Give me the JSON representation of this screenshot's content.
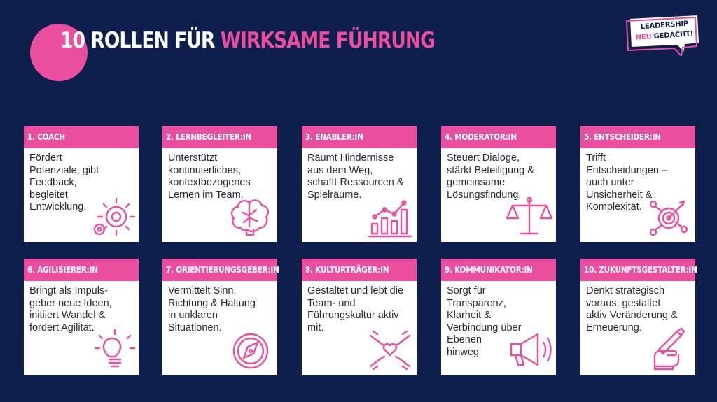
{
  "header": {
    "title_white": "10 Rollen für",
    "title_accent": "wirksame Führung"
  },
  "badge": {
    "line1": "LEADERSHIP",
    "line2_pink": "NEU",
    "line2_dark": "GEDACHT!"
  },
  "colors": {
    "background": "#0f1f4d",
    "accent": "#e94e9f",
    "card": "#ffffff"
  },
  "roles": [
    {
      "title": "1. COACH",
      "desc": "Fördert\nPotenziale, gibt\nFeedback,\nbegleitet\nEntwicklung.",
      "icon": "gears-icon"
    },
    {
      "title": "2. LERNBEGLEITER:IN",
      "desc": "Unterstützt\nkontinuierliches,\nkontextbezogenes\nLernen im Team.",
      "icon": "brain-icon"
    },
    {
      "title": "3. ENABLER:IN",
      "desc": "Räumt Hindernisse\naus dem Weg,\nschafft Ressourcen &\nSpielräume.",
      "icon": "growth-chart-icon"
    },
    {
      "title": "4. MODERATOR:IN",
      "desc": "Steuert Dialoge,\nstärkt Beteiligung &\ngemeinsame\nLösungsfindung.",
      "icon": "balance-scale-icon"
    },
    {
      "title": "5. ENTSCHEIDER:IN",
      "desc": "Trifft\nEntscheidungen –\nauch unter\nUnsicherheit &\nKomplexität.",
      "icon": "target-icon"
    },
    {
      "title": "6. AGILISIERER:IN",
      "desc": "Bringt als Impuls-\ngeber neue Ideen,\ninitiiert Wandel &\nfördert Agilität.",
      "icon": "lightbulb-icon"
    },
    {
      "title": "7. ORIENTIERUNGSGEBER:IN",
      "desc": "Vermittelt Sinn,\nRichtung & Haltung\nin unklaren\nSituationen.",
      "icon": "compass-icon"
    },
    {
      "title": "8. KULTURTRÄGER:IN",
      "desc": "Gestaltet und lebt die\nTeam- und\nFührungskultur aktiv\nmit.",
      "icon": "team-hands-heart-icon"
    },
    {
      "title": "9. KOMMUNIKATOR:IN",
      "desc": "Sorgt für\nTransparenz,\nKlarheit &\nVerbindung über\nEbenen\nhinweg",
      "icon": "megaphone-icon"
    },
    {
      "title": "10. ZUKUNFTSGESTALTER:IN",
      "desc": "Denkt strategisch\nvoraus, gestaltet\naktiv Veränderung &\nErneuerung.",
      "icon": "hand-pen-icon"
    }
  ]
}
